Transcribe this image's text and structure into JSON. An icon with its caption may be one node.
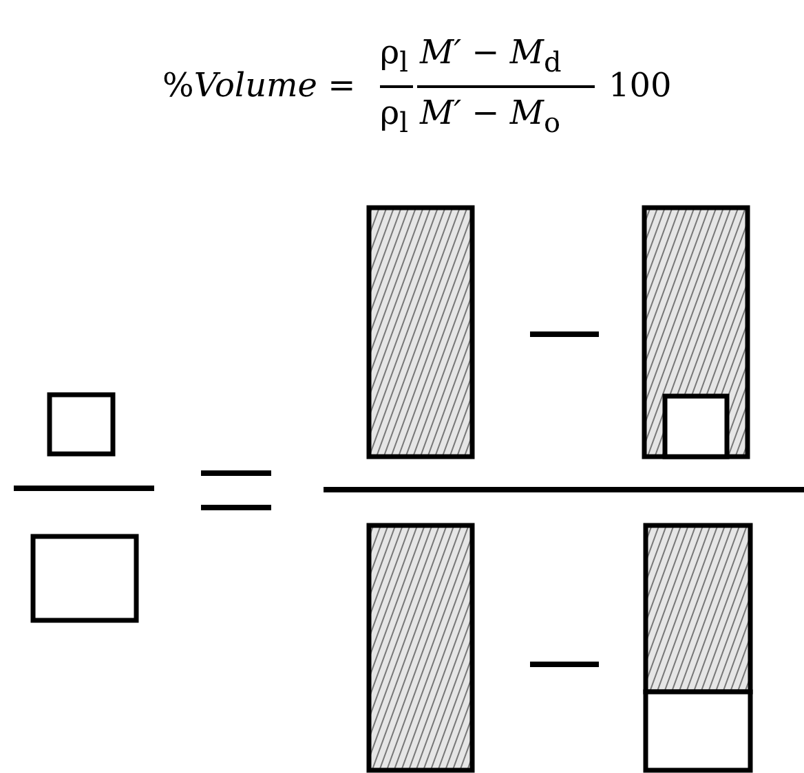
{
  "diagram": {
    "labels": [
      "%*Volume* =",
      "ρ$_{l}$",
      "ρ$_{l}$",
      "*M′* − *M*$_{d}$",
      "*M′* − *M*$_{o}$",
      "100"
    ]
  }
}
